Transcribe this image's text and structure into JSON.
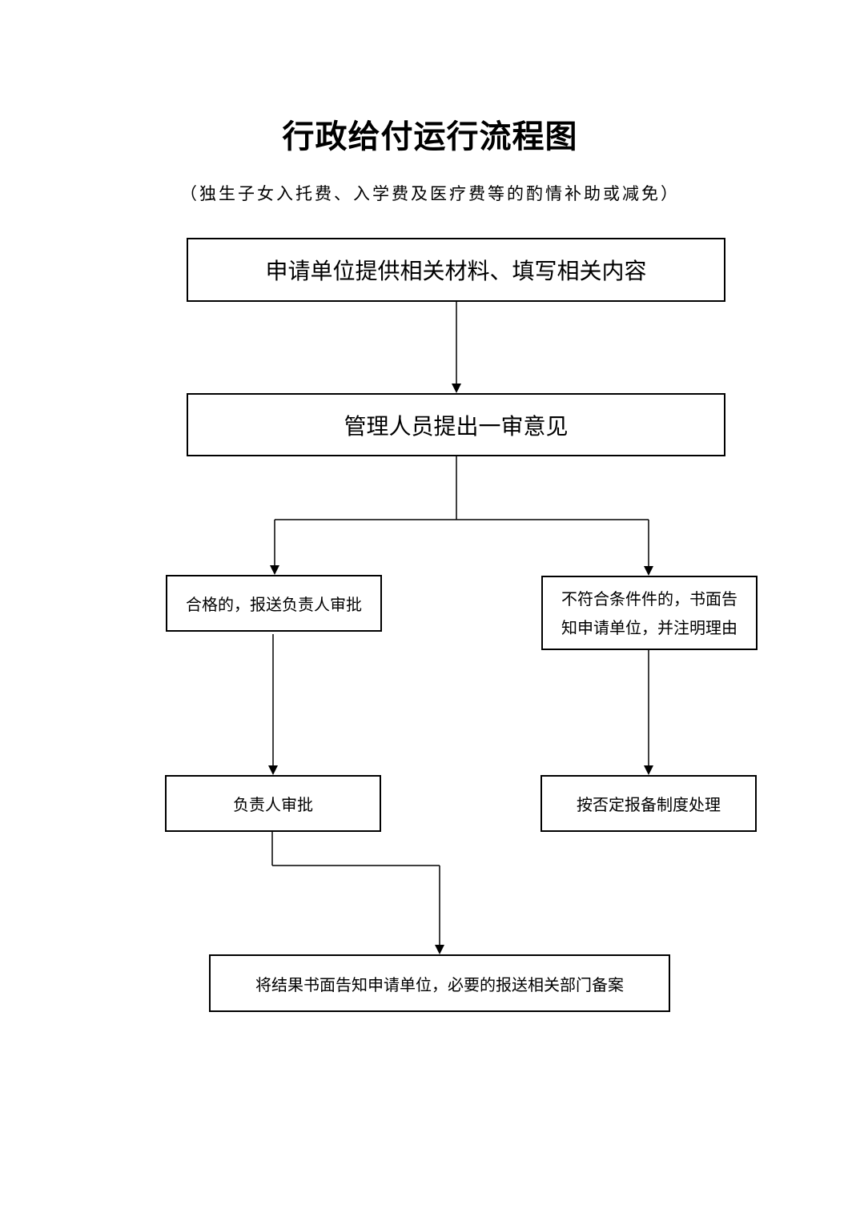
{
  "title": "行政给付运行流程图",
  "subtitle": "（独生子女入托费、入学费及医疗费等的酌情补助或减免）",
  "steps": {
    "submit": "申请单位提供相关材料、填写相关内容",
    "first_review": "管理人员提出一审意见",
    "qualified": "合格的，报送负责人审批",
    "unqualified": "不符合条件件的，书面告知申请单位，并注明理由",
    "approval": "负责人审批",
    "rejection_filing": "按否定报备制度处理",
    "notify": "将结果书面告知申请单位，必要的报送相关部门备案"
  }
}
